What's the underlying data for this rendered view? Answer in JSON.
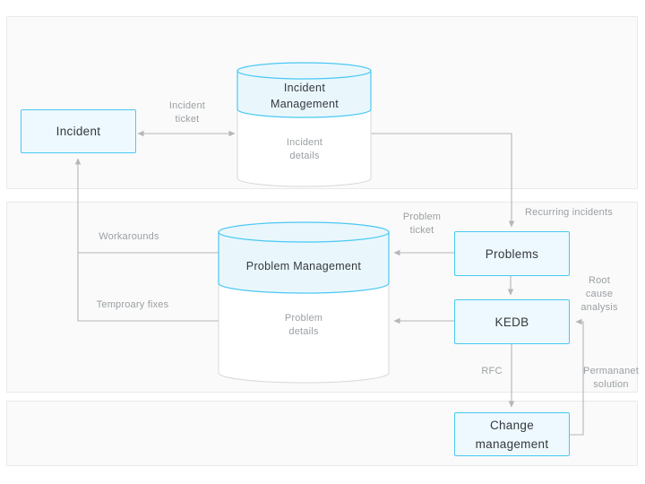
{
  "colors": {
    "accent_cyan": "#4ac8f3",
    "node_fill": "#edf9fe",
    "cylinder_fill": "#e9f7fd",
    "cylinder_body_stroke": "#d4d8db",
    "panel_bg": "#fafafa",
    "panel_border": "#e9e9e9",
    "connector_gray": "#b4b6b8",
    "text_dark": "#35383d",
    "text_muted": "#9ba0a4"
  },
  "nodes": {
    "incident": {
      "label": "Incident"
    },
    "problems": {
      "label": "Problems"
    },
    "kedb": {
      "label": "KEDB"
    },
    "change_management": {
      "label": "Change\nmanagement"
    }
  },
  "databases": {
    "incident_management": {
      "title": "Incident\nManagement",
      "subtitle": "Incident\ndetails"
    },
    "problem_management": {
      "title": "Problem Management",
      "subtitle": "Problem\ndetails"
    }
  },
  "edge_labels": {
    "incident_ticket": "Incident\nticket",
    "recurring_incidents": "Recurring incidents",
    "problem_ticket": "Problem\nticket",
    "workarounds": "Workarounds",
    "temporary_fixes": "Temproary fixes",
    "root_cause_analysis": "Root cause\nanalysis",
    "rfc": "RFC",
    "permanent_solution": "Permananet\nsolution"
  }
}
